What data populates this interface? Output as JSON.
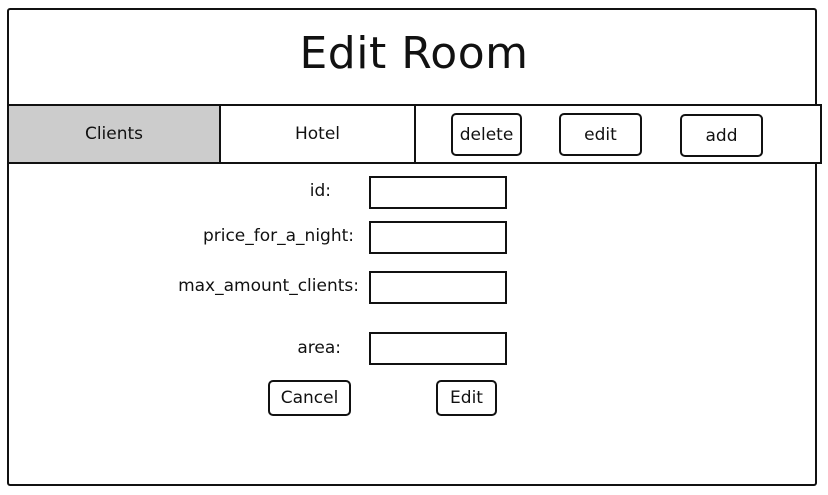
{
  "title": "Edit Room",
  "tabs": [
    {
      "label": "Clients",
      "selected": true
    },
    {
      "label": "Hotel",
      "selected": false
    }
  ],
  "toolbar": {
    "delete_label": "delete",
    "edit_label": "edit",
    "add_label": "add"
  },
  "form": {
    "fields": [
      {
        "label": "id:",
        "value": ""
      },
      {
        "label": "price_for_a_night:",
        "value": ""
      },
      {
        "label": "max_amount_clients:",
        "value": ""
      },
      {
        "label": "area:",
        "value": ""
      }
    ],
    "cancel_label": "Cancel",
    "submit_label": "Edit"
  },
  "colors": {
    "selected_tab": "#cccccc",
    "border": "#111111",
    "background": "#ffffff"
  }
}
